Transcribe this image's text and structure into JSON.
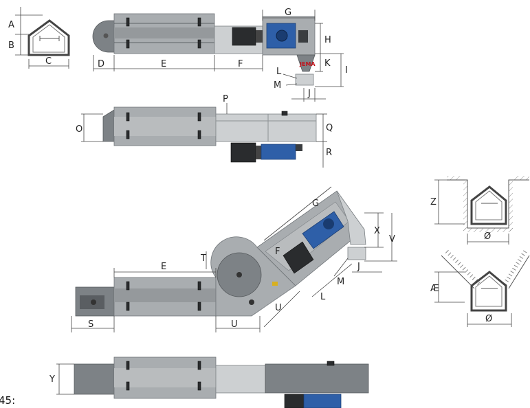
{
  "labels": {
    "A": "A",
    "B": "B",
    "C": "C",
    "D": "D",
    "E": "E",
    "F": "F",
    "G": "G",
    "H": "H",
    "I": "I",
    "J": "J",
    "K": "K",
    "L": "L",
    "M": "M",
    "O": "O",
    "P": "P",
    "Q": "Q",
    "R": "R",
    "S": "S",
    "T": "T",
    "U": "U",
    "V": "V",
    "X": "X",
    "Y": "Y",
    "Z": "Z",
    "AE": "Æ",
    "O_SLASH": "Ø"
  },
  "brand": "JEMA",
  "caption": "45:",
  "colors": {
    "steel": "#a9adb0",
    "dark_steel": "#7d8286",
    "motor_blue": "#2e5fa8",
    "brand_red": "#c0141c"
  }
}
